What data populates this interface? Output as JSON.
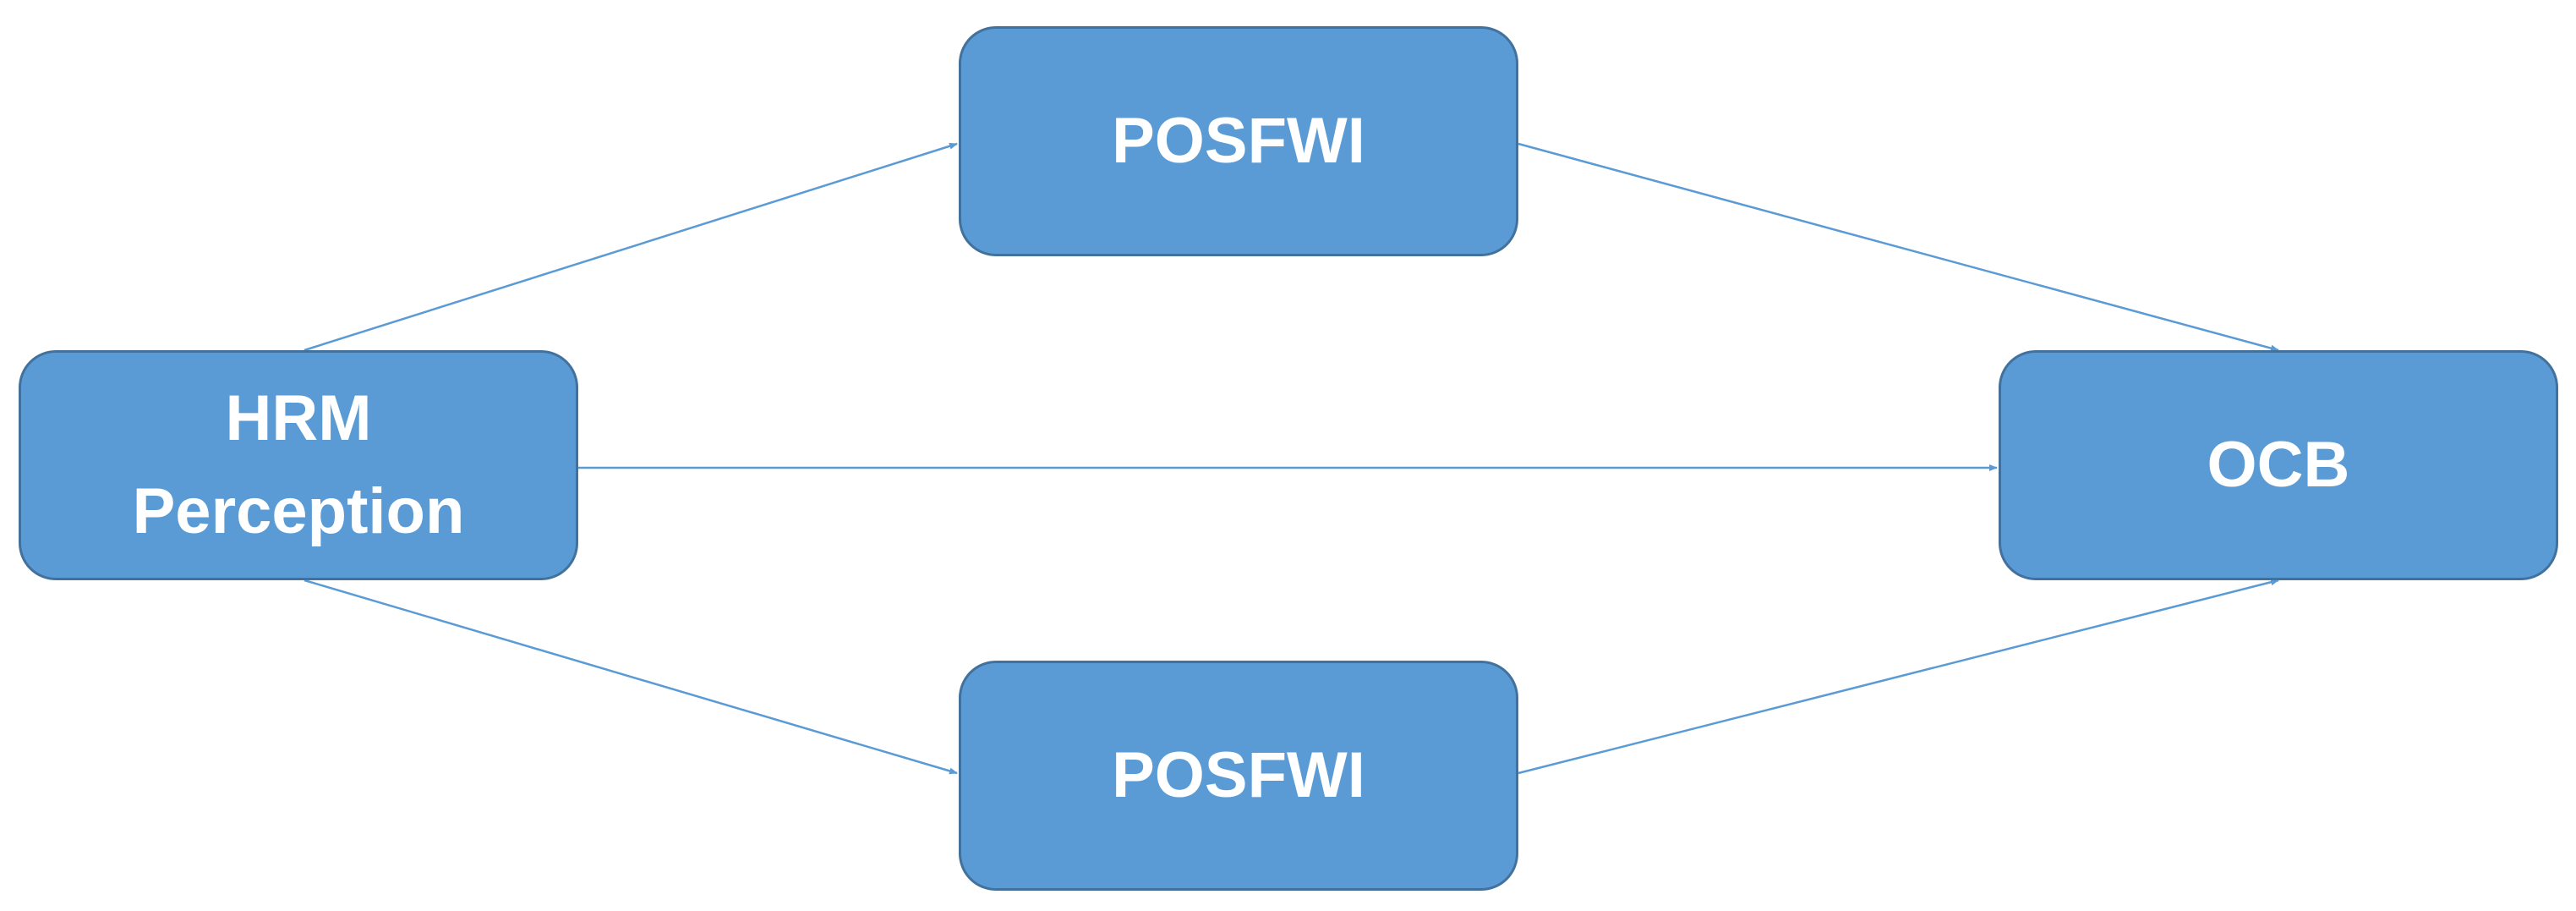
{
  "nodes": {
    "hrm": {
      "line1": "HRM",
      "line2": "Perception"
    },
    "posfwi_top": {
      "label": "POSFWI"
    },
    "posfwi_bottom": {
      "label": "POSFWI"
    },
    "ocb": {
      "label": "OCB"
    }
  },
  "edges": [
    {
      "from": "HRM Perception",
      "to": "POSFWI (top)"
    },
    {
      "from": "HRM Perception",
      "to": "POSFWI (bottom)"
    },
    {
      "from": "HRM Perception",
      "to": "OCB"
    },
    {
      "from": "POSFWI (top)",
      "to": "OCB"
    },
    {
      "from": "POSFWI (bottom)",
      "to": "OCB"
    }
  ],
  "colors": {
    "node_fill": "#5b9bd5",
    "node_border": "#41719c",
    "node_text": "#ffffff",
    "connector": "#5b9bd5"
  }
}
